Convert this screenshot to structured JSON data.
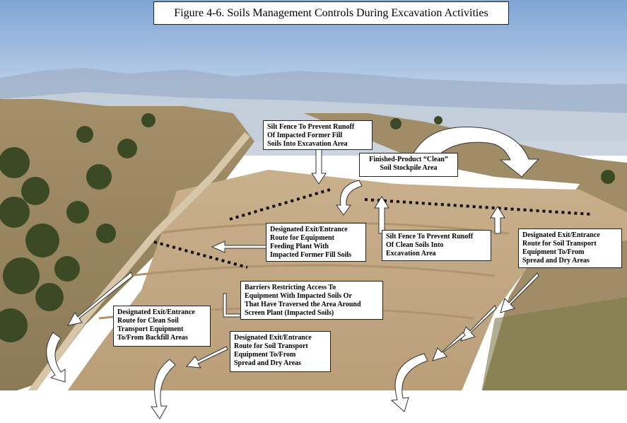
{
  "title": "Figure 4-6. Soils Management Controls During Excavation Activities",
  "callouts": {
    "silt_fence_former_fill": "Silt Fence To Prevent Runoff\nOf Impacted Former Fill\nSoils Into Excavation Area",
    "clean_stockpile": "Finished-Product “Clean”\nSoil Stockpile Area",
    "exit_feeding_plant": "Designated Exit/Entrance\nRoute for Equipment\nFeeding Plant With\nImpacted Former Fill Soils",
    "silt_fence_clean": "Silt Fence To Prevent Runoff\nOf Clean Soils Into\nExcavation Area",
    "exit_spread_dry_right": "Designated Exit/Entrance\nRoute for Soil Transport\nEquipment To/From\nSpread and Dry Areas",
    "barriers": "Barriers Restricting Access To\nEquipment With Impacted Soils Or\nThat Have Traversed the Area Around\nScreen Plant (Impacted Soils)",
    "exit_backfill": "Designated Exit/Entrance\nRoute for Clean Soil\nTransport Equipment\nTo/From Backfill Areas",
    "exit_spread_dry_center": "Designated Exit/Entrance\nRoute for Soil Transport\nEquipment To/From\nSpread and Dry Areas"
  }
}
